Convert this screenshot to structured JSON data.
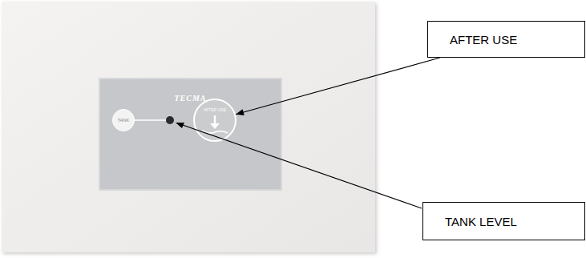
{
  "diagram": {
    "nodes": [
      {
        "text": [
          "TECMA"
        ]
      },
      {
        "text": [
          "TANK"
        ],
        "in": 0
      },
      {
        "text": [
          "AFTER USE"
        ],
        "in": 0
      },
      {
        "text": [
          "AFTER USE"
        ]
      },
      {
        "text": [
          "TANK LEVEL"
        ]
      }
    ],
    "edges": [
      {
        "from": 3,
        "to": 2,
        "arrow": "to"
      }
    ]
  }
}
